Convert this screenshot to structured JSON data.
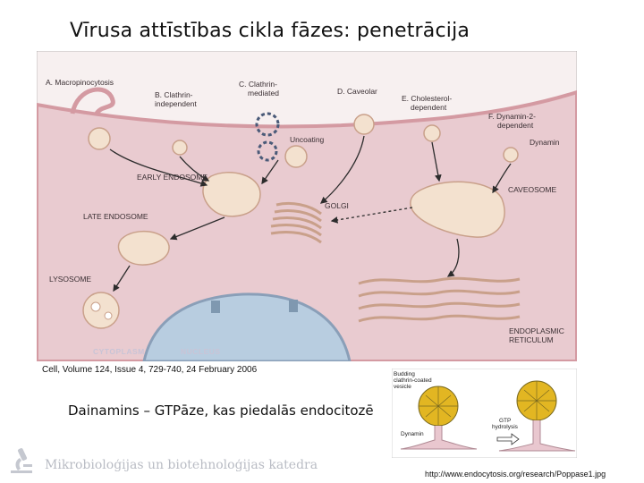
{
  "title": "Vīrusa attīstības cikla fāzes: penetrācija",
  "diagram": {
    "pathways": {
      "a": "A. Macropinocytosis",
      "b1": "B. Clathrin-",
      "b2": "independent",
      "c1": "C. Clathrin-",
      "c2": "mediated",
      "d": "D. Caveolar",
      "e1": "E. Cholesterol-",
      "e2": "dependent",
      "f1": "F. Dynamin-2-",
      "f2": "dependent"
    },
    "labels": {
      "uncoating": "Uncoating",
      "dynamin": "Dynamin",
      "early_endosome": "EARLY ENDOSOME",
      "caveosome": "CAVEOSOME",
      "golgi": "GOLGI",
      "late_endosome": "LATE ENDOSOME",
      "lysosome": "LYSOSOME",
      "er1": "ENDOPLASMIC",
      "er2": "RETICULUM",
      "cytoplasm": "CYTOPLASM",
      "nucleus": "NUCLEUS"
    }
  },
  "citation": "Cell, Volume 124, Issue 4, 729-740, 24 February 2006",
  "caption": "Dainamins – GTPāze, kas piedalās endocitozē",
  "inset": {
    "budding1": "Budding",
    "budding2": "clathrin-coated",
    "budding3": "vesicle",
    "gtp1": "GTP",
    "gtp2": "hydrolysis",
    "dynamin": "Dynamin"
  },
  "footer": {
    "department": "Mikrobioloģijas un biotehnoloģijas katedra",
    "url": "http://www.endocytosis.org/research/Poppase1.jpg"
  },
  "colors": {
    "cytoplasm": "#e9cbd0",
    "membrane": "#d49aa2",
    "nucleus": "#b8cde0",
    "organelle": "#f3e1cf",
    "clathrin": "#e2b622"
  }
}
